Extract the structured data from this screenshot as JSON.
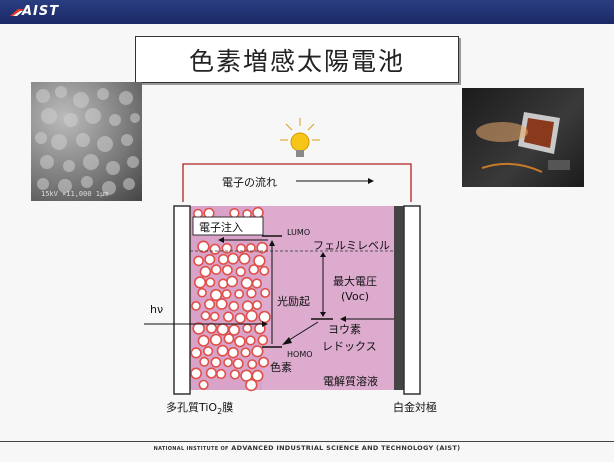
{
  "header": {
    "logo_text": "AIST"
  },
  "title": "色素増感太陽電池",
  "photo_left": {
    "caption": "15kV ×11,000 1μm"
  },
  "diagram": {
    "electron_flow": "電子の流れ",
    "electron_injection": "電子注入",
    "lumo": "LUMO",
    "fermi_level": "フェルミレベル",
    "photoexcitation": "光励起",
    "max_voltage_line1": "最大電圧",
    "max_voltage_line2": "(Voc)",
    "iodine_line1": "ヨウ素",
    "iodine_line2": "レドックス",
    "homo": "HOMO",
    "dye": "色素",
    "electrolyte": "電解質溶液",
    "hv": "hν",
    "tio2_prefix": "多孔質TiO",
    "tio2_sub": "2",
    "tio2_suffix": "膜",
    "counter_electrode": "白金対極"
  },
  "footer": {
    "prefix": "NATIONAL INSTITUTE OF",
    "main": "ADVANCED INDUSTRIAL SCIENCE AND TECHNOLOGY (AIST)"
  },
  "colors": {
    "header_bg": "#1b2a66",
    "electrolyte_fill": "#d9a3c9",
    "wire": "#b22222",
    "particle_ring": "#e0504a"
  }
}
